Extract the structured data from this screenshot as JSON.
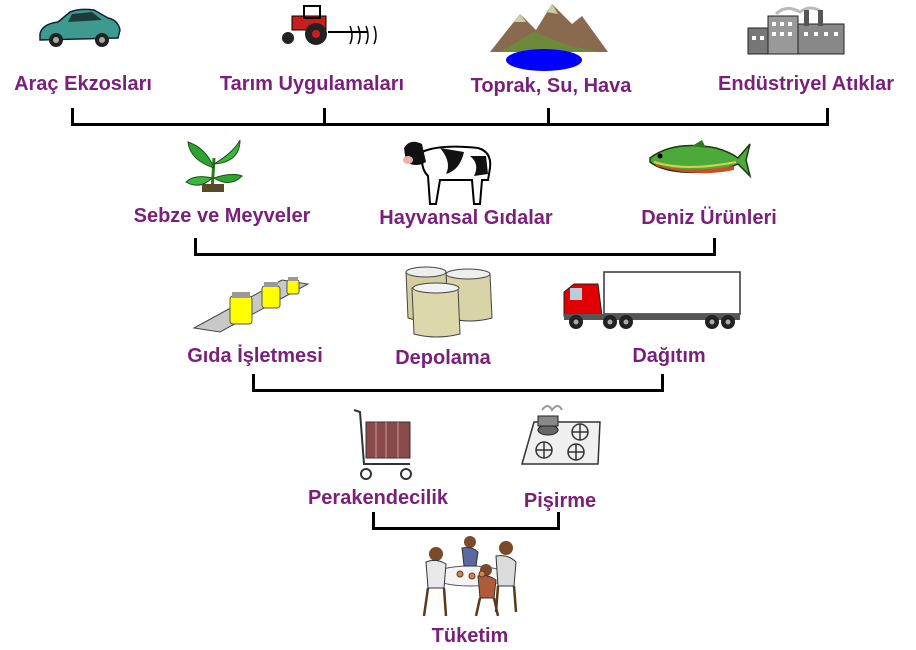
{
  "sources": {
    "car": "Araç Ekzosları",
    "agriculture": "Tarım Uygulamaları",
    "environment": "Toprak, Su, Hava",
    "industry": "Endüstriyel Atıklar"
  },
  "foods": {
    "produce": "Sebze ve Meyveler",
    "animal": "Hayvansal Gıdalar",
    "seafood": "Deniz Ürünleri"
  },
  "processing": {
    "plant": "Gıda İşletmesi",
    "storage": "Depolama",
    "distribution": "Dağıtım"
  },
  "retail": {
    "retailing": "Perakendecilik",
    "cooking": "Pişirme"
  },
  "consumption": {
    "label": "Tüketim"
  },
  "colors": {
    "label": "#7a1f7a",
    "line": "#000000"
  }
}
